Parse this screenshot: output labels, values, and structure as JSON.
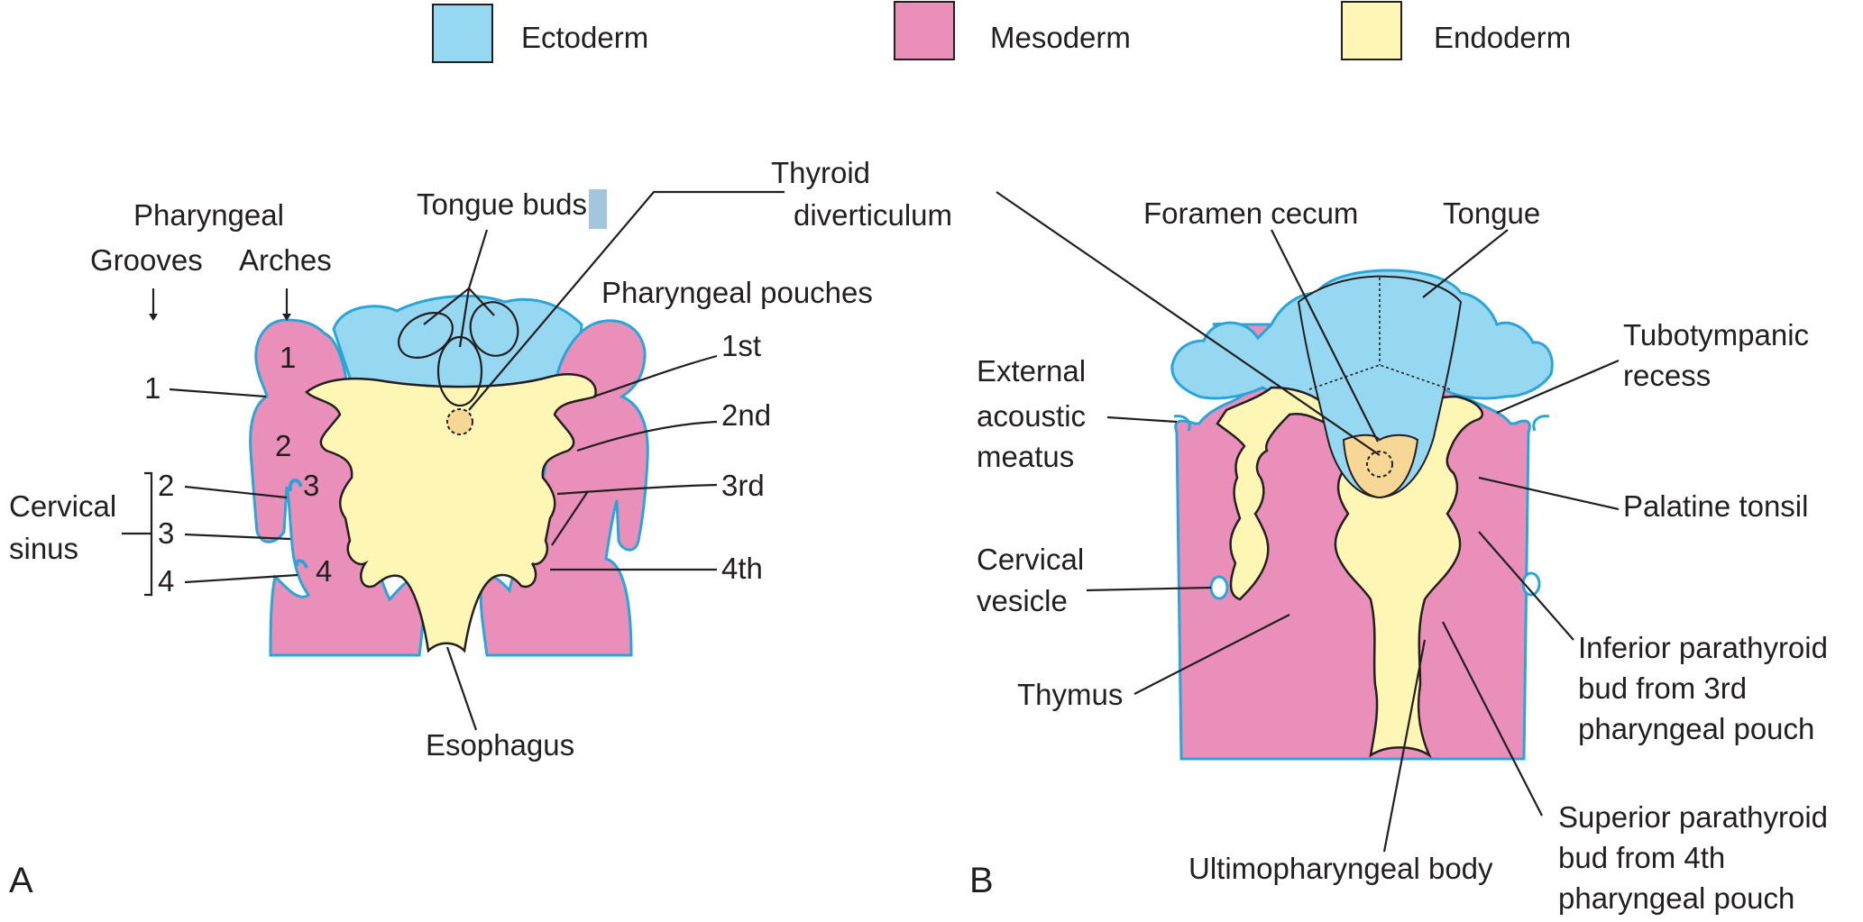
{
  "legend": [
    {
      "label": "Ectoderm",
      "color": "#96d7f2"
    },
    {
      "label": "Mesoderm",
      "color": "#e98fba"
    },
    {
      "label": "Endoderm",
      "color": "#fdf6b5"
    }
  ],
  "colors": {
    "ectoderm": "#96d7f2",
    "mesoderm": "#e98fba",
    "endoderm": "#fdf6b5",
    "endoderm_dark": "#f6d795",
    "outline_blue": "#2aa5d8",
    "line": "#231f20"
  },
  "panel_a": {
    "label": "A",
    "pharyngeal": "Pharyngeal",
    "grooves": "Grooves",
    "arches": "Arches",
    "tongue_buds": "Tongue buds",
    "thyroid_line1": "Thyroid",
    "thyroid_line2": "diverticulum",
    "pharyngeal_pouches": "Pharyngeal pouches",
    "pouches": [
      "1st",
      "2nd",
      "3rd",
      "4th"
    ],
    "groove_numbers": [
      "1",
      "2",
      "3",
      "4"
    ],
    "arch_numbers": [
      "1",
      "2",
      "3",
      "4"
    ],
    "cervical_line1": "Cervical",
    "cervical_line2": "sinus",
    "esophagus": "Esophagus"
  },
  "panel_b": {
    "label": "B",
    "foramen_cecum": "Foramen cecum",
    "tongue": "Tongue",
    "tubotympanic_line1": "Tubotympanic",
    "tubotympanic_line2": "recess",
    "external_line1": "External",
    "external_line2": "acoustic",
    "external_line3": "meatus",
    "palatine_tonsil": "Palatine tonsil",
    "cervical_vesicle_line1": "Cervical",
    "cervical_vesicle_line2": "vesicle",
    "thymus": "Thymus",
    "inferior_line1": "Inferior parathyroid",
    "inferior_line2": "bud from 3rd",
    "inferior_line3": "pharyngeal pouch",
    "superior_line1": "Superior parathyroid",
    "superior_line2": "bud from 4th",
    "superior_line3": "pharyngeal pouch",
    "ultimopharyngeal": "Ultimopharyngeal body"
  }
}
